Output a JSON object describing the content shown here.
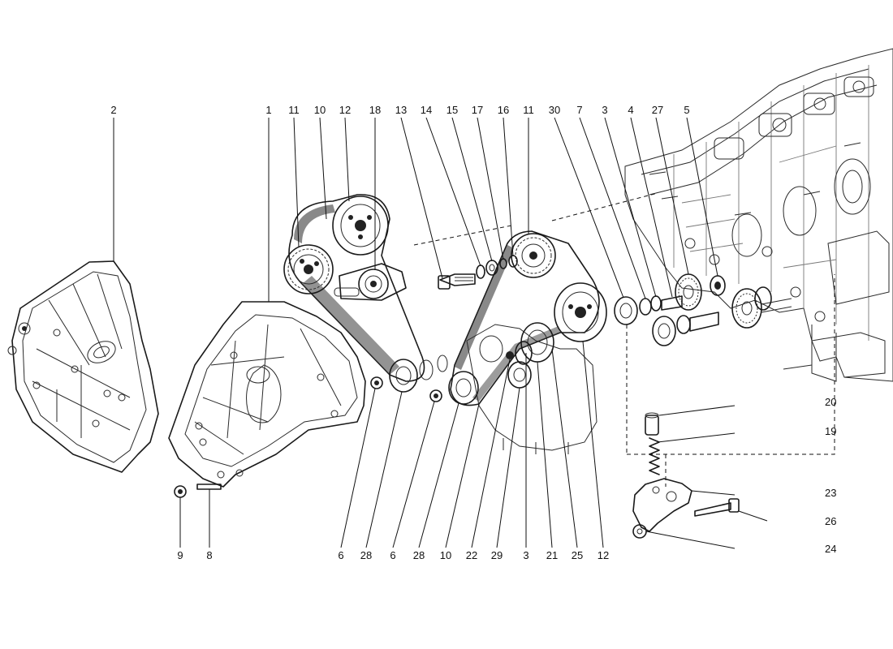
{
  "labels": {
    "cover_left": "2",
    "cover_right": "1",
    "pulley_tl_11": "11",
    "belt_left_10": "10",
    "pulley_top_12": "12",
    "tensioner_18": "18",
    "bolt_13": "13",
    "washer_14": "14",
    "washer_15": "15",
    "washer_17": "17",
    "clip_16": "16",
    "pulley_11b": "11",
    "bearing_30": "30",
    "part_7": "7",
    "part_3_top": "3",
    "part_4": "4",
    "gear_27": "27",
    "bearing_5": "5",
    "nut_9": "9",
    "stud_8": "8",
    "nut_6a": "6",
    "idler_28a": "28",
    "idler_6b": "6",
    "idler_28b": "28",
    "belt_right_10": "10",
    "part_22": "22",
    "part_29": "29",
    "part_3_bottom": "3",
    "part_21": "21",
    "part_25": "25",
    "pulley_12b": "12",
    "sleeve_20": "20",
    "spring_19": "19",
    "bracket_23": "23",
    "bolt_26": "26",
    "bushing_24": "24"
  }
}
